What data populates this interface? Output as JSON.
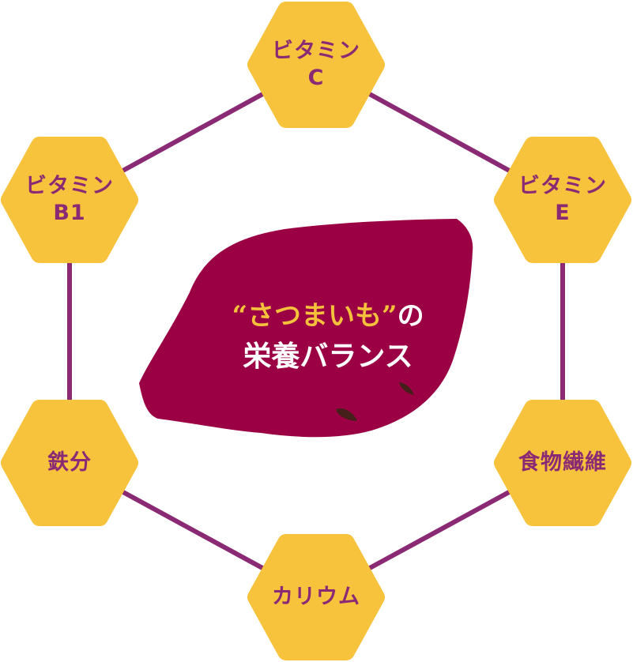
{
  "title": {
    "quote_open": "“",
    "product": "さつまいも",
    "quote_close": "”",
    "particle": "の",
    "line2": "栄養バランス"
  },
  "nutrients": [
    {
      "line1": "ビタミン",
      "line2": "C"
    },
    {
      "line1": "ビタミン",
      "line2": "E"
    },
    {
      "line1": "食物繊維",
      "line2": ""
    },
    {
      "line1": "カリウム",
      "line2": ""
    },
    {
      "line1": "鉄分",
      "line2": ""
    },
    {
      "line1": "ビタミン",
      "line2": "B1"
    }
  ],
  "colors": {
    "hexagon": "#f7c23c",
    "connector": "#8b2a74",
    "text": "#8b2a74",
    "potato": "#9b0045",
    "potato_eye": "#45201a"
  }
}
